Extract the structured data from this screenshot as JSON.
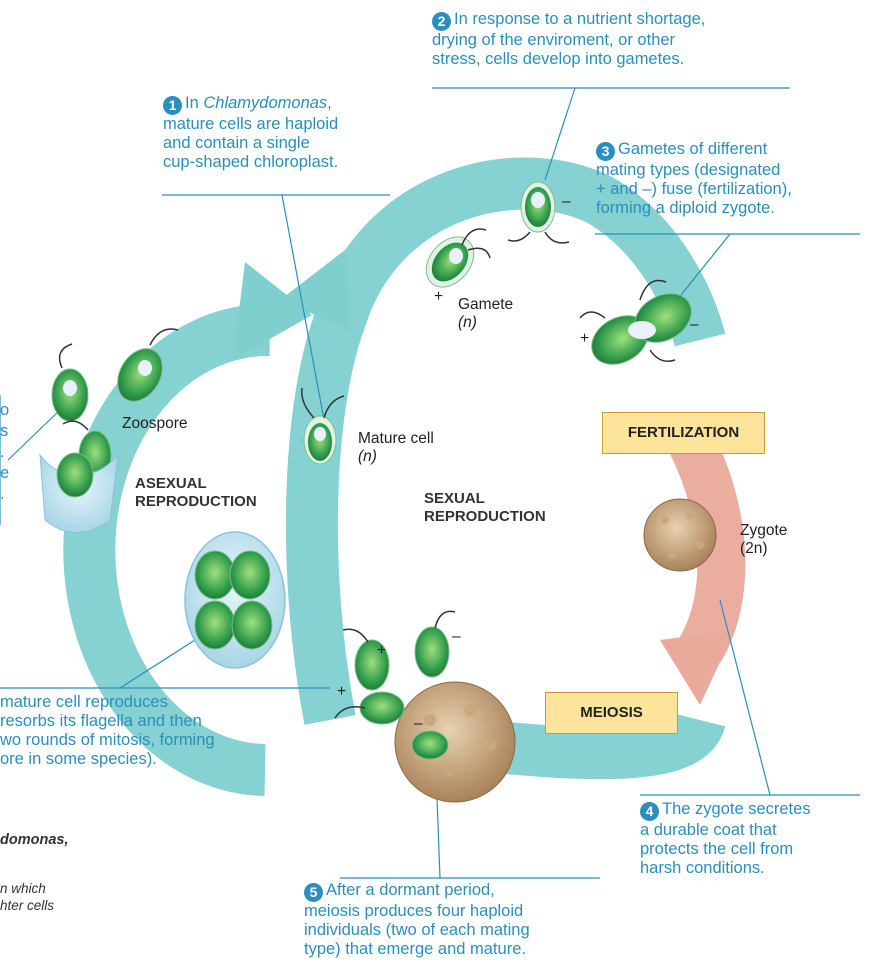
{
  "step1": {
    "num": "1",
    "line1_pre": "In ",
    "line1_italic": "Chlamydomonas",
    "line1_post": ",",
    "line2": "mature cells are haploid",
    "line3": "and contain a single",
    "line4": "cup-shaped chloroplast."
  },
  "step2": {
    "num": "2",
    "line1": "In response to a nutrient shortage,",
    "line2": "drying of the enviroment, or other",
    "line3": "stress, cells develop into gametes."
  },
  "step3": {
    "num": "3",
    "line1": "Gametes of different",
    "line2": "mating types (designated",
    "line3": "+ and –) fuse (fertilization),",
    "line4": "forming a diploid zygote."
  },
  "step4": {
    "num": "4",
    "line1": "The zygote secretes",
    "line2": "a durable coat that",
    "line3": "protects the cell from",
    "line4": "harsh conditions."
  },
  "step5": {
    "num": "5",
    "line1": "After a dormant period,",
    "line2": "meiosis produces four haploid",
    "line3": "individuals (two of each mating",
    "line4": "type) that emerge and mature."
  },
  "left_partial": {
    "line1": "o",
    "line2": "s",
    "line3": ".",
    "line4": "e",
    "line5": "."
  },
  "asexual_caption": {
    "line1": "mature cell reproduces",
    "line2": "resorbs its flagella and then",
    "line3": "wo rounds of mitosis, forming",
    "line4": "ore in some species)."
  },
  "legend_fragment": {
    "line1": "domonas,",
    "line2": "n which",
    "line3": "hter cells"
  },
  "labels": {
    "zoospore": "Zoospore",
    "mature_cell": "Mature cell",
    "mature_cell_ploidy": "(n)",
    "gamete": "Gamete",
    "gamete_ploidy": "(n)",
    "zygote": "Zygote",
    "zygote_ploidy": "(2n)",
    "asexual_1": "ASEXUAL",
    "asexual_2": "REPRODUCTION",
    "sexual_1": "SEXUAL",
    "sexual_2": "REPRODUCTION",
    "fertilization": "FERTILIZATION",
    "meiosis": "MEIOSIS",
    "plus": "+",
    "minus": "–"
  },
  "colors": {
    "caption_blue": "#2a8fbd",
    "ring_teal": "#7fcfcf",
    "ring_pink": "#e9a99b",
    "box_fill": "#fde49b",
    "cell_green": "#2e9a4a"
  }
}
